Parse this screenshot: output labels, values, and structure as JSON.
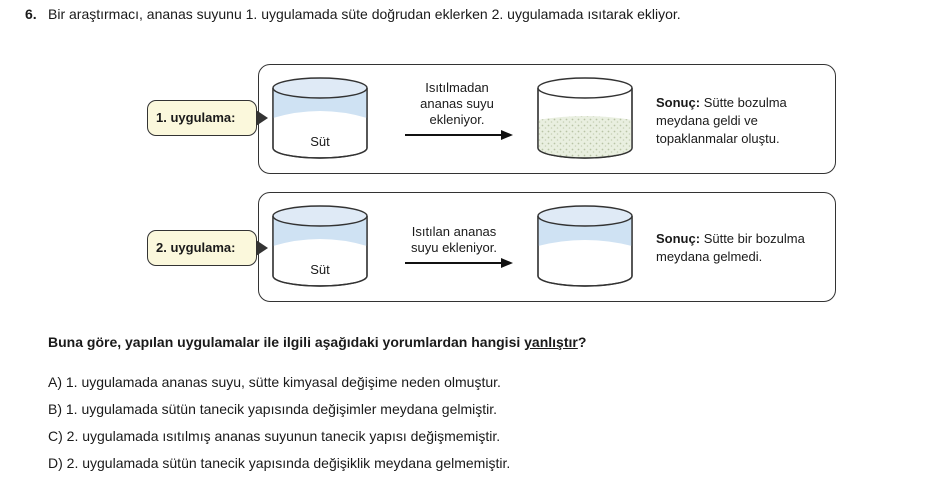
{
  "question": {
    "number": "6.",
    "stem": "Bir araştırmacı, ananas suyunu 1. uygulamada süte doğrudan eklerken 2. uygulamada ısıtarak ekliyor.",
    "prompt_before": "Buna göre, yapılan uygulamalar ile ilgili aşağıdaki yorumlardan hangisi ",
    "prompt_underlined": "yanlıştır",
    "prompt_after": "?"
  },
  "experiments": [
    {
      "label": "1. uygulama:",
      "beaker_label": "Süt",
      "arrow_text": [
        "Isıtılmadan",
        "ananas suyu",
        "ekleniyor."
      ],
      "result_title": "Sonuç:",
      "result_text": [
        "Sütte bozulma",
        "meydana geldi ve",
        "topaklanmalar oluştu."
      ],
      "curdled": true
    },
    {
      "label": "2. uygulama:",
      "beaker_label": "Süt",
      "arrow_text": [
        "Isıtılan ananas",
        "suyu ekleniyor."
      ],
      "result_title": "Sonuç:",
      "result_text": [
        "Sütte bir bozulma",
        "meydana gelmedi."
      ],
      "curdled": false
    }
  ],
  "options": [
    "A) 1. uygulamada ananas suyu, sütte kimyasal değişime neden olmuştur.",
    "B) 1. uygulamada sütün tanecik yapısında değişimler meydana gelmiştir.",
    "C) 2. uygulamada ısıtılmış ananas suyunun tanecik yapısı değişmemiştir.",
    "D) 2. uygulamada sütün tanecik yapısında değişiklik meydana gelmemiştir."
  ],
  "colors": {
    "liquid_blue": "#cfe2f3",
    "curdle_fill": "#e9efe0",
    "tag_fill": "#fbf8dc"
  }
}
